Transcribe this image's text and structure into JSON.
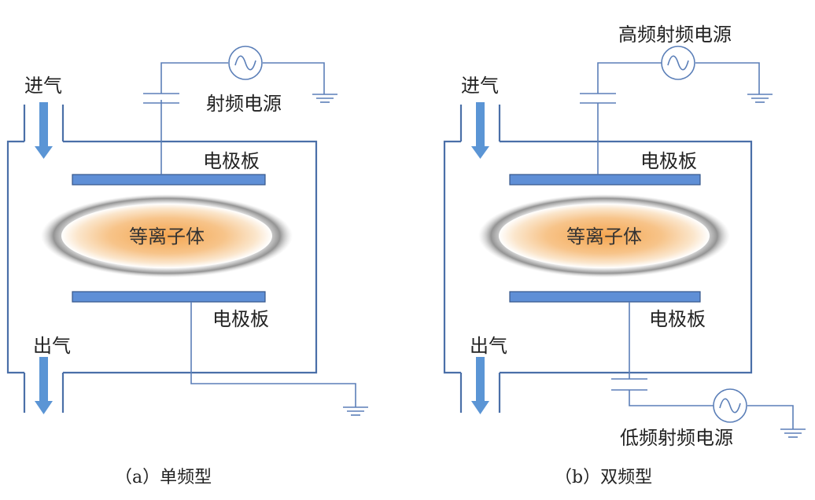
{
  "panel_a": {
    "gas_in": "进气",
    "gas_out": "出气",
    "rf_source": "射频电源",
    "top_electrode": "电极板",
    "bottom_electrode": "电极板",
    "plasma": "等离子体",
    "caption": "（a）单频型"
  },
  "panel_b": {
    "gas_in": "进气",
    "gas_out": "出气",
    "hf_source": "高频射频电源",
    "lf_source": "低频射频电源",
    "top_electrode": "电极板",
    "bottom_electrode": "电极板",
    "plasma": "等离子体",
    "caption": "（b）双频型"
  },
  "colors": {
    "wire": "#5b7fb8",
    "plate": "#5f8fd6",
    "arrow": "#5b95d5",
    "plasma_core": "#f0a14a",
    "plasma_halo": "#9a9a9a"
  }
}
